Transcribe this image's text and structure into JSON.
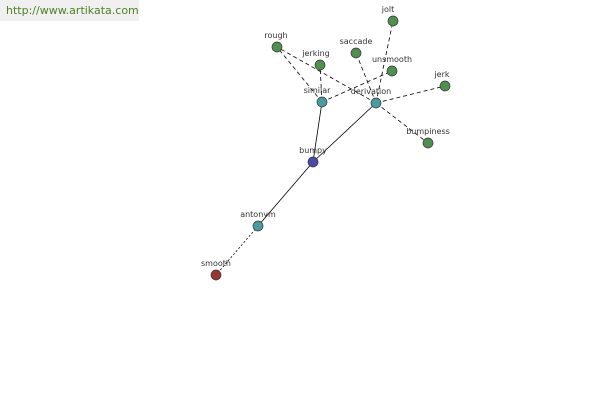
{
  "header": {
    "url": "http://www.artikata.com"
  },
  "colors": {
    "center": "#4a4aa8",
    "relation": "#4a9aa2",
    "leaf_similar": "#4f8f4f",
    "leaf_antonym": "#9a3535",
    "edge": "#000000"
  },
  "graph": {
    "nodes": [
      {
        "id": "bumpy",
        "label": "bumpy",
        "kind": "center"
      },
      {
        "id": "similar",
        "label": "similar",
        "kind": "relation"
      },
      {
        "id": "derivation",
        "label": "derivation",
        "kind": "relation"
      },
      {
        "id": "antonym",
        "label": "antonym",
        "kind": "relation"
      },
      {
        "id": "rough",
        "label": "rough",
        "kind": "leaf_similar"
      },
      {
        "id": "jerking",
        "label": "jerking",
        "kind": "leaf_similar"
      },
      {
        "id": "saccade",
        "label": "saccade",
        "kind": "leaf_similar"
      },
      {
        "id": "jolt",
        "label": "jolt",
        "kind": "leaf_similar"
      },
      {
        "id": "unsmooth",
        "label": "unsmooth",
        "kind": "leaf_similar"
      },
      {
        "id": "jerk",
        "label": "jerk",
        "kind": "leaf_similar"
      },
      {
        "id": "bumpiness",
        "label": "bumpiness",
        "kind": "leaf_similar"
      },
      {
        "id": "smooth",
        "label": "smooth",
        "kind": "leaf_antonym"
      }
    ],
    "edges": [
      {
        "from": "bumpy",
        "to": "similar",
        "style": "solid"
      },
      {
        "from": "bumpy",
        "to": "derivation",
        "style": "solid"
      },
      {
        "from": "bumpy",
        "to": "antonym",
        "style": "solid"
      },
      {
        "from": "antonym",
        "to": "smooth",
        "style": "dotted"
      },
      {
        "from": "similar",
        "to": "unsmooth",
        "style": "dashed"
      },
      {
        "from": "similar",
        "to": "jerking",
        "style": "dashed"
      },
      {
        "from": "similar",
        "to": "rough",
        "style": "dashed"
      },
      {
        "from": "derivation",
        "to": "jolt",
        "style": "dashed"
      },
      {
        "from": "derivation",
        "to": "saccade",
        "style": "dashed"
      },
      {
        "from": "derivation",
        "to": "jerk",
        "style": "dashed"
      },
      {
        "from": "derivation",
        "to": "bumpiness",
        "style": "dashed"
      },
      {
        "from": "derivation",
        "to": "rough",
        "style": "dashed"
      }
    ]
  }
}
